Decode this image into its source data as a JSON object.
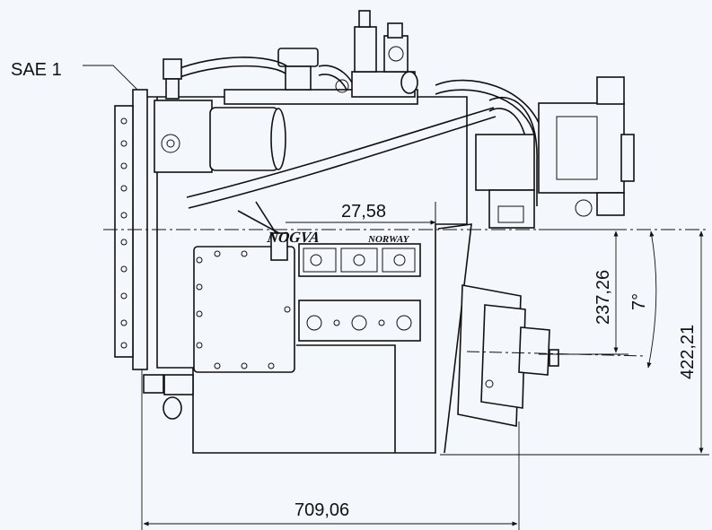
{
  "labels": {
    "flange": "SAE 1",
    "brand": "NOGVA",
    "brand_sub": "NORWAY"
  },
  "dimensions": {
    "horizontal_offset": "27,58",
    "vertical_offset": "237,26",
    "angle": "7°",
    "height": "422,21",
    "length": "709,06"
  }
}
